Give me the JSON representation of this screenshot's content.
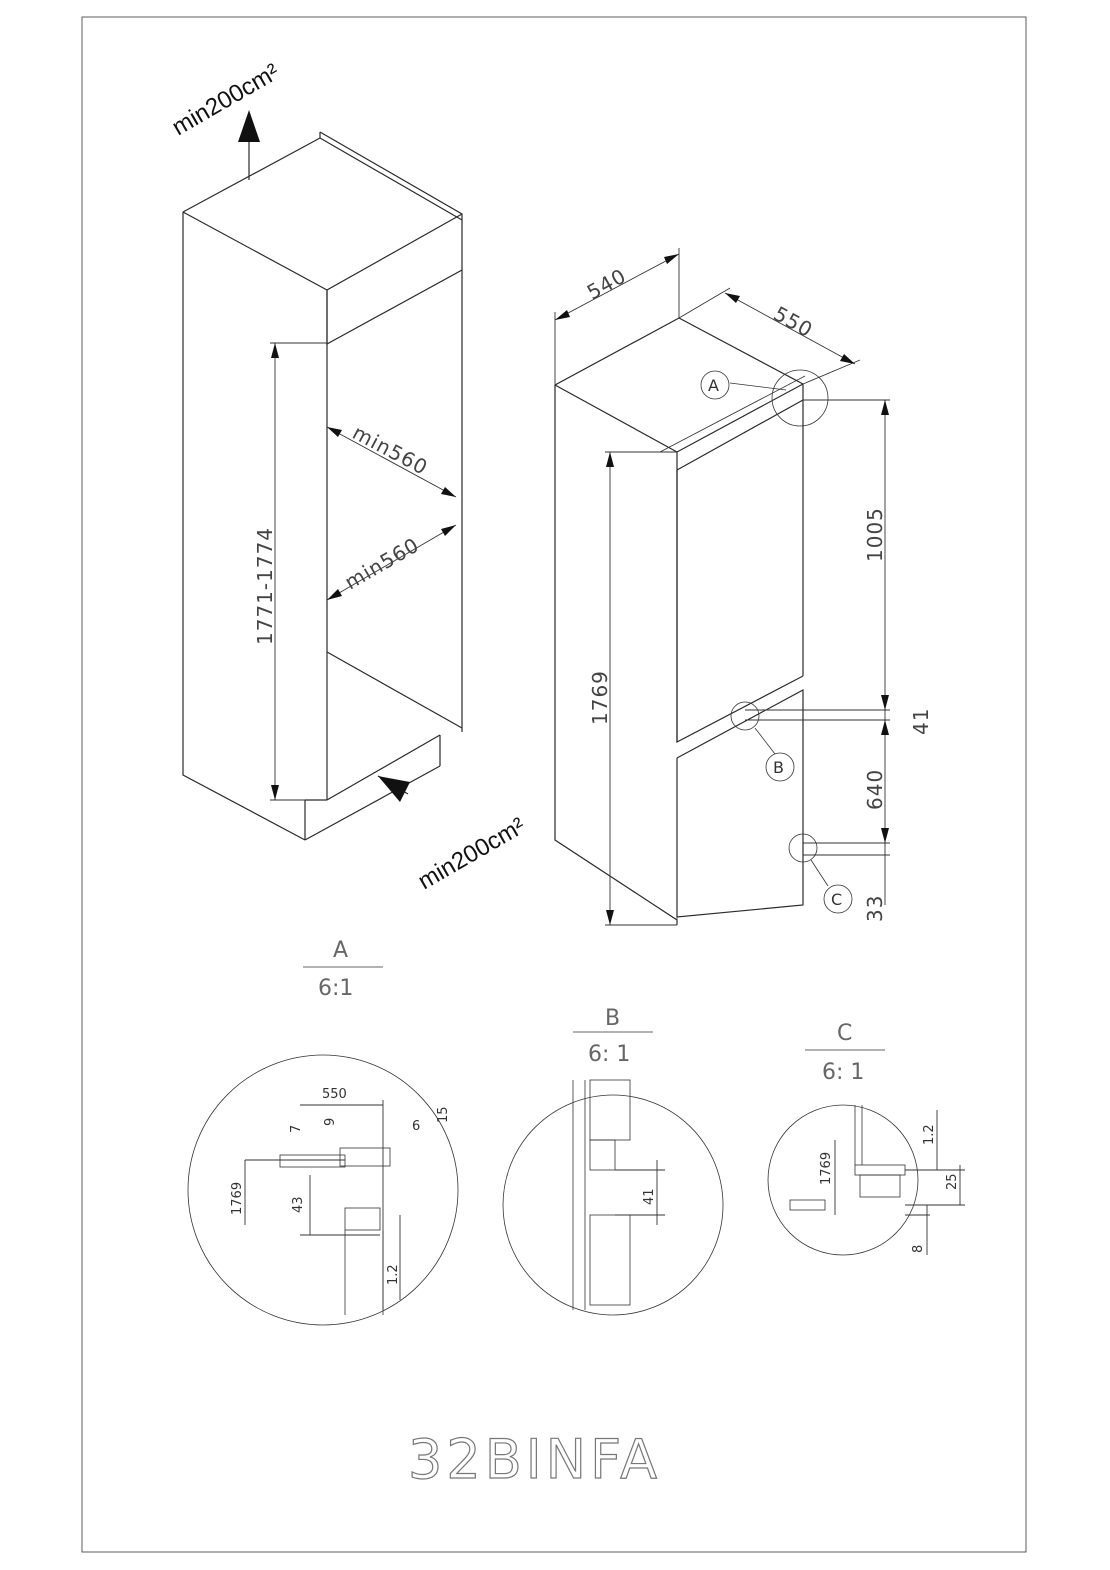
{
  "niche": {
    "vent_top": "min200cm²",
    "vent_bottom": "min200cm²",
    "height_range": "1771-1774",
    "width_min_a": "min560",
    "width_min_b": "min560"
  },
  "appliance": {
    "depth": "540",
    "width": "550",
    "height_total": "1769",
    "upper_door": "1005",
    "gap": "41",
    "lower_door": "640",
    "base": "33",
    "callout_a": "A",
    "callout_b": "B",
    "callout_c": "C"
  },
  "detail_a": {
    "letter": "A",
    "scale": "6:1",
    "dims": [
      "550",
      "7",
      "9",
      "6",
      "15",
      "1769",
      "43",
      "1.2"
    ]
  },
  "detail_b": {
    "letter": "B",
    "scale": "6: 1",
    "dims": [
      "41"
    ]
  },
  "detail_c": {
    "letter": "C",
    "scale": "6: 1",
    "dims": [
      "1.2",
      "1769",
      "25",
      "8"
    ]
  },
  "model_name": "32BINFA"
}
